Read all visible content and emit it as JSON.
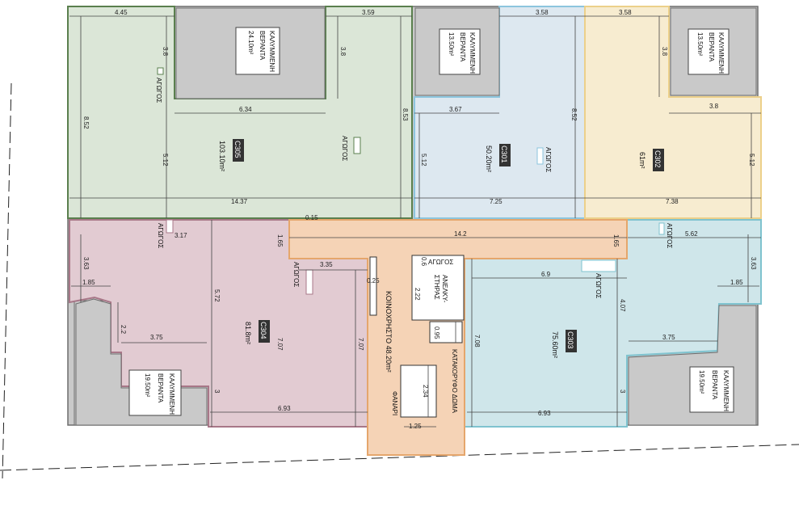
{
  "units": {
    "c305": {
      "code": "C305",
      "area": "103.10m²",
      "color": "#dbe6d7"
    },
    "c301": {
      "code": "C301",
      "area": "50.20m²",
      "color": "#dde8f0"
    },
    "c302": {
      "code": "C302",
      "area": "61m²",
      "color": "#f7ecd0"
    },
    "c304": {
      "code": "C304",
      "area": "81.8m²",
      "color": "#e2cbd2"
    },
    "c303": {
      "code": "C303",
      "area": "75.60m²",
      "color": "#cfe6ea"
    },
    "common": {
      "code": "ΚΟΙΝΟΧΡΗΣΤΟ 48.20m²",
      "color": "#f5d3b6"
    }
  },
  "verandas": {
    "v1": {
      "title1": "ΚΑΛΥΜΜΕΝΗ",
      "title2": "ΒΕΡΑΝΤΑ",
      "area": "24.10m²"
    },
    "v2": {
      "title1": "ΚΑΛΥΜΜΕΝΗ",
      "title2": "ΒΕΡΑΝΤΑ",
      "area": "13.50m²"
    },
    "v3": {
      "title1": "ΚΑΛΥΜΜΕΝΗ",
      "title2": "ΒΕΡΑΝΤΑ",
      "area": "13.50m²"
    },
    "v4": {
      "title1": "ΚΑΛΥΜΜΕΝΗ",
      "title2": "ΒΕΡΑΝΤΑ",
      "area": "19.50m²"
    },
    "v5": {
      "title1": "ΚΑΛΥΜΜΕΝΗ",
      "title2": "ΒΕΡΑΝΤΑ",
      "area": "19.50m²"
    }
  },
  "labels": {
    "agogos": "ΑΓΩΓΟΣ",
    "elevator1": "ΑΝΕΛΚΥ-",
    "elevator2": "ΣΤΗΡΑΣ",
    "lift_shaft": "ΚΑΤΑΚΟΡΥΦΟ ΔΩΜΑ",
    "light_well": "ΦΑΝΑΡΙ"
  },
  "dims": {
    "d445": "4.45",
    "d359": "3.59",
    "d358a": "3.58",
    "d358b": "3.58",
    "d38a": "3.8",
    "d38b": "3.8",
    "d38c": "3.8",
    "d38d": "3.8",
    "d634": "6.34",
    "d367": "3.67",
    "d852a": "8.52",
    "d853": "8.53",
    "d852b": "8.52",
    "d512a": "5.12",
    "d512b": "5.12",
    "d512c": "5.12",
    "d1437": "14.37",
    "d725": "7.25",
    "d738": "7.38",
    "d015": "0.15",
    "d317": "3.17",
    "d142": "14.2",
    "d165a": "1.65",
    "d165b": "1.65",
    "d562": "5.62",
    "d363a": "3.63",
    "d363b": "3.63",
    "d572": "5.72",
    "d335": "3.35",
    "d025": "0.25",
    "d06": "0.6",
    "d69": "6.9",
    "d185a": "1.85",
    "d185b": "1.85",
    "d22": "2.2",
    "d375a": "3.75",
    "d375b": "3.75",
    "d707a": "7.07",
    "d707b": "7.07",
    "d222": "2.22",
    "d095": "0.95",
    "d708": "7.08",
    "d407": "4.07",
    "d234": "2.34",
    "d3a": "3",
    "d3b": "3",
    "d693a": "6.93",
    "d693b": "6.93",
    "d125": "1.25"
  }
}
